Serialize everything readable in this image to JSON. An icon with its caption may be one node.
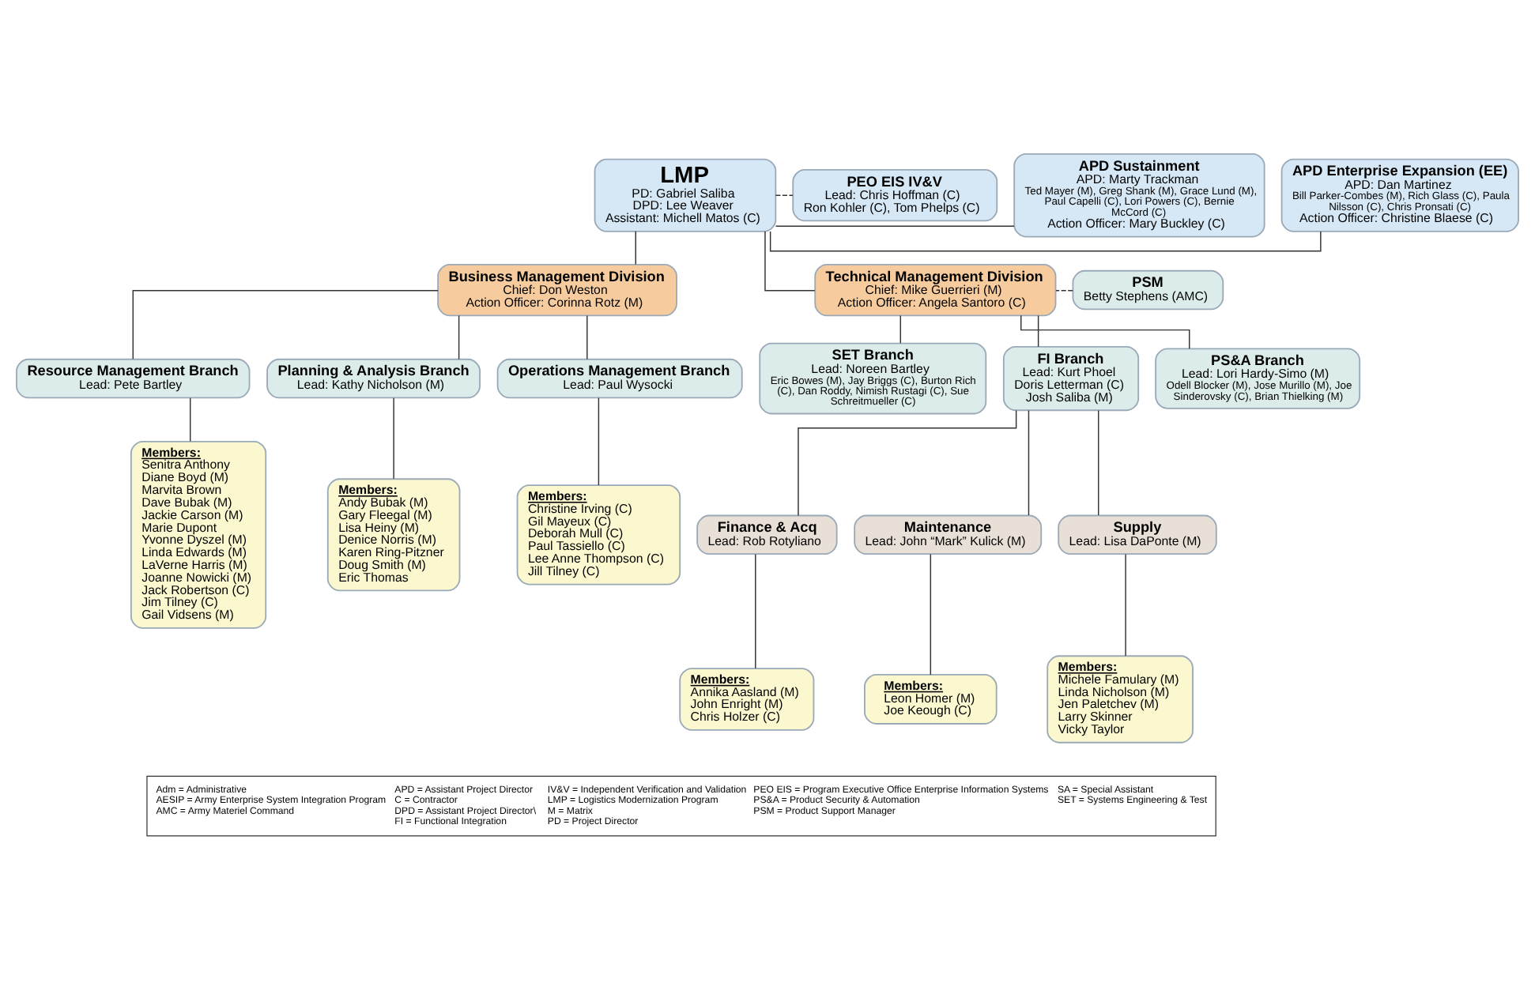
{
  "diagram": {
    "nodes": [
      {
        "text": [
          "LMP",
          "PD: Gabriel Saliba",
          "DPD: Lee Weaver",
          "Assistant: Michell Matos (C)"
        ]
      },
      {
        "text": [
          "PEO EIS IV&V",
          "Lead: Chris Hoffman (C)",
          "Ron Kohler (C), Tom Phelps (C)"
        ]
      },
      {
        "text": [
          "APD Sustainment",
          "APD: Marty Trackman",
          "Ted Mayer (M), Greg Shank (M), Grace Lund (M), Paul Capelli (C), Lori Powers (C), Bernie McCord (C)",
          "Action Officer: Mary Buckley (C)"
        ]
      },
      {
        "text": [
          "APD Enterprise Expansion (EE)",
          "APD: Dan Martinez",
          "Bill Parker-Combes (M), Rich Glass (C), Paula Nilsson (C), Chris Pronsati (C)",
          "Action Officer: Christine Blaese (C)"
        ]
      },
      {
        "text": [
          "Business Management Division",
          "Chief: Don Weston",
          "Action Officer: Corinna Rotz (M)"
        ]
      },
      {
        "text": [
          "PSM",
          "Betty Stephens (AMC)"
        ]
      },
      {
        "text": [
          "Technical Management Division",
          "Chief: Mike Guerrieri (M)",
          "Action Officer: Angela Santoro (C)"
        ]
      },
      {
        "text": [
          "Resource Management Branch",
          "Lead: Pete Bartley"
        ]
      },
      {
        "text": [
          "Members:",
          "Senitra Anthony",
          "Diane Boyd (M)",
          "Marvita Brown",
          "Dave Bubak (M)",
          "Jackie Carson (M)",
          "Marie Dupont",
          "Yvonne Dyszel (M)",
          "Linda Edwards (M)",
          "LaVerne Harris (M)",
          "Joanne Nowicki (M)",
          "Jack Robertson (C)",
          "Jim Tilney (C)",
          "Gail Vidsens (M)"
        ]
      },
      {
        "text": [
          "Planning & Analysis Branch",
          "Lead: Kathy Nicholson (M)"
        ]
      },
      {
        "text": [
          "Members:",
          "Andy Bubak (M)",
          "Gary Fleegal (M)",
          "Lisa Heiny (M)",
          "Denice Norris (M)",
          "Karen Ring-Pitzner",
          "Doug Smith (M)",
          "Eric Thomas"
        ]
      },
      {
        "text": [
          "Operations Management Branch",
          "Lead: Paul Wysocki"
        ]
      },
      {
        "text": [
          "Members:",
          "Christine Irving (C)",
          "Gil Mayeux (C)",
          "Deborah Mull (C)",
          "Paul Tassiello (C)",
          "Lee Anne Thompson (C)",
          "Jill Tilney (C)"
        ]
      },
      {
        "text": [
          "SET Branch",
          "Lead: Noreen Bartley",
          "Eric Bowes (M), Jay Briggs (C), Burton Rich (C), Dan Roddy, Nimish Rustagi (C), Sue Schreitmueller (C)"
        ]
      },
      {
        "text": [
          "FI Branch",
          "Lead: Kurt Phoel",
          "Doris Letterman (C)",
          "Josh Saliba (M)"
        ]
      },
      {
        "text": [
          "PS&A Branch",
          "Lead: Lori Hardy-Simo (M)",
          "Odell Blocker (M), Jose Murillo (M), Joe Sinderovsky (C), Brian Thielking (M)"
        ]
      },
      {
        "text": [
          "Finance & Acq",
          "Lead: Rob Rotyliano"
        ]
      },
      {
        "text": [
          "Members:",
          "Annika Aasland (M)",
          "John Enright (M)",
          "Chris Holzer (C)"
        ]
      },
      {
        "text": [
          "Maintenance",
          "Lead: John “Mark” Kulick (M)"
        ]
      },
      {
        "text": [
          "Members:",
          "Leon Homer (M)",
          "Joe Keough (C)"
        ]
      },
      {
        "text": [
          "Supply",
          "Lead: Lisa DaPonte (M)"
        ]
      },
      {
        "text": [
          "Members:",
          "Michele Famulary (M)",
          "Linda Nicholson (M)",
          "Jen Paletchev (M)",
          "Larry Skinner",
          "Vicky Taylor"
        ]
      }
    ],
    "edges": [
      {
        "from": 0,
        "to": 1,
        "arrow": "none",
        "style": "dashed"
      },
      {
        "from": 0,
        "to": 2,
        "arrow": "none"
      },
      {
        "from": 0,
        "to": 3,
        "arrow": "none"
      },
      {
        "from": 0,
        "to": 4,
        "arrow": "none"
      },
      {
        "from": 0,
        "to": 6,
        "arrow": "none"
      },
      {
        "from": 5,
        "to": 6,
        "arrow": "none",
        "style": "dashed"
      },
      {
        "from": 4,
        "to": 7,
        "arrow": "none"
      },
      {
        "from": 4,
        "to": 9,
        "arrow": "none"
      },
      {
        "from": 4,
        "to": 11,
        "arrow": "none"
      },
      {
        "from": 7,
        "to": 8,
        "arrow": "none"
      },
      {
        "from": 9,
        "to": 10,
        "arrow": "none"
      },
      {
        "from": 11,
        "to": 12,
        "arrow": "none"
      },
      {
        "from": 6,
        "to": 13,
        "arrow": "none"
      },
      {
        "from": 6,
        "to": 14,
        "arrow": "none"
      },
      {
        "from": 6,
        "to": 15,
        "arrow": "none"
      },
      {
        "from": 14,
        "to": 16,
        "arrow": "none"
      },
      {
        "from": 14,
        "to": 18,
        "arrow": "none"
      },
      {
        "from": 14,
        "to": 20,
        "arrow": "none"
      },
      {
        "from": 16,
        "to": 17,
        "arrow": "none"
      },
      {
        "from": 18,
        "to": 19,
        "arrow": "none"
      },
      {
        "from": 20,
        "to": 21,
        "arrow": "none"
      }
    ],
    "labels": [
      "Adm = Administrative",
      "AESIP = Army Enterprise System Integration Program",
      "AMC = Army Materiel Command",
      "APD = Assistant Project Director",
      "C = Contractor",
      "DPD = Assistant Project Director\\",
      "FI = Functional Integration",
      "IV&V = Independent Verification and Validation",
      "LMP = Logistics Modernization Program",
      "M = Matrix",
      "PD = Project Director",
      "PEO EIS = Program Executive Office Enterprise Information Systems",
      "PS&A = Product Security & Automation",
      "PSM = Product Support Manager",
      "SA = Special Assistant",
      "SET = Systems Engineering & Test"
    ]
  }
}
